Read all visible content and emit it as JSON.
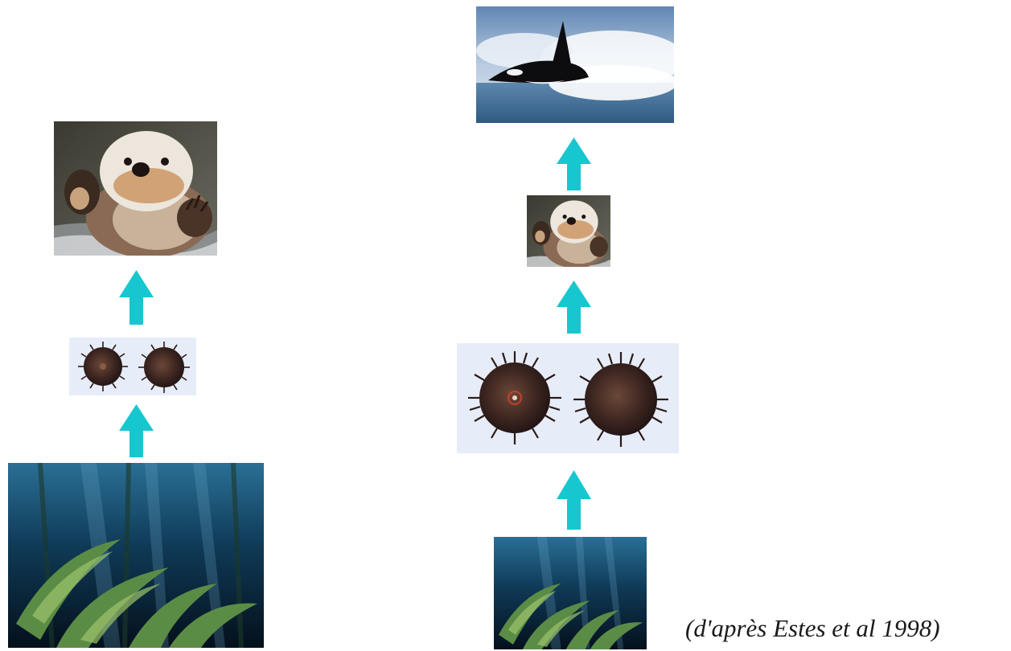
{
  "colors": {
    "arrow": "#17c7cf",
    "urchin_panel": "#e6ecf8",
    "caption_text": "#1a1a1a"
  },
  "left_chain": {
    "levels": [
      {
        "icon": "sea-otter-photo"
      },
      {
        "icon": "sea-urchin-photo",
        "count": 2
      },
      {
        "icon": "kelp-forest-photo"
      }
    ]
  },
  "right_chain": {
    "levels": [
      {
        "icon": "orca-photo"
      },
      {
        "icon": "sea-otter-photo"
      },
      {
        "icon": "sea-urchin-photo",
        "count": 2
      },
      {
        "icon": "kelp-forest-photo"
      }
    ]
  },
  "citation": "(d'après Estes et al 1998)"
}
